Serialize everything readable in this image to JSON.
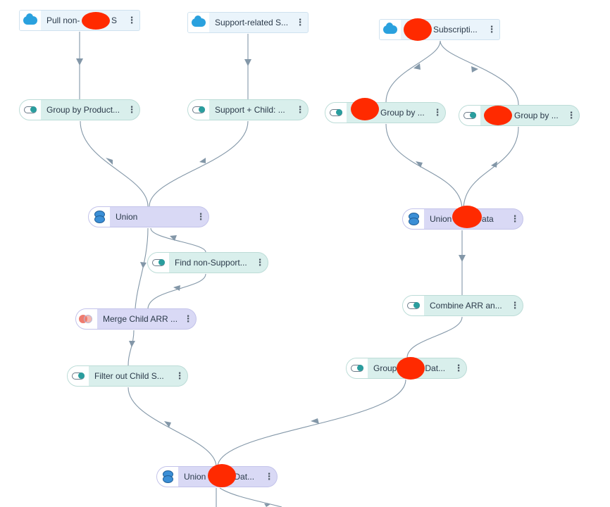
{
  "nodes": {
    "pull_non": {
      "label": "Pull non-",
      "label_tail": "S",
      "type": "source",
      "icon": "cloud-icon"
    },
    "support_related": {
      "label": "Support-related S...",
      "type": "source",
      "icon": "cloud-icon"
    },
    "subscripti": {
      "label": "Subscripti...",
      "type": "source",
      "icon": "cloud-icon"
    },
    "group_by_product": {
      "label": "Group by Product...",
      "type": "transform",
      "icon": "toggle-icon"
    },
    "support_child": {
      "label": "Support + Child: ...",
      "type": "transform",
      "icon": "toggle-icon"
    },
    "group_by_a": {
      "label": "Group by ...",
      "type": "transform",
      "icon": "toggle-icon"
    },
    "group_by_b": {
      "label": "Group by ...",
      "type": "transform",
      "icon": "toggle-icon"
    },
    "union_1": {
      "label": "Union",
      "type": "join",
      "icon": "union-icon"
    },
    "union_data": {
      "label": "Union",
      "label_tail": "Data",
      "type": "join",
      "icon": "union-icon"
    },
    "find_non_support": {
      "label": "Find non-Support...",
      "type": "transform",
      "icon": "toggle-icon"
    },
    "merge_child_arr": {
      "label": "Merge Child ARR ...",
      "type": "join",
      "icon": "merge-icon"
    },
    "combine_arr": {
      "label": "Combine ARR an...",
      "type": "transform",
      "icon": "toggle-icon"
    },
    "group_dat": {
      "label": "Group",
      "label_tail": "Dat...",
      "type": "transform",
      "icon": "toggle-icon"
    },
    "filter_out_child": {
      "label": "Filter out Child S...",
      "type": "transform",
      "icon": "toggle-icon"
    },
    "union_final": {
      "label": "Union",
      "label_tail": "Dat...",
      "type": "join",
      "icon": "union-icon"
    }
  },
  "menu_glyph": "⋮",
  "colors": {
    "edge": "#8397a8",
    "arrow": "#8397a8",
    "redaction": "#ff2a00",
    "source_bg": "#eaf4fb",
    "transform_bg": "#d9efec",
    "join_bg": "#d9d9f5",
    "salesforce_blue": "#2aa1de"
  }
}
